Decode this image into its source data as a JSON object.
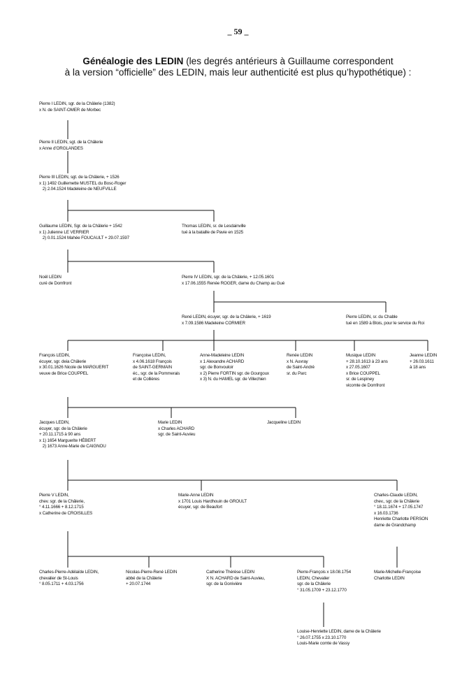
{
  "page_number": "_ 59 _",
  "heading": {
    "bold": "Généalogie des LEDIN",
    "rest1": " (les degrés antérieurs à Guillaume correspondent",
    "line2": "à la version “officielle” des LEDIN, mais leur authenticité est plus qu’hypothétique) :"
  },
  "persons": {
    "pierre1": [
      "Pierre I LEDIN, sgr. de la Châlerie (1382)",
      "x N. de SAINT-OMER de Morbec"
    ],
    "pierre2": [
      "Pierre II LEDIN, sgt. de la Châlerie",
      "x Anne d’ORGLANDES"
    ],
    "pierre3": [
      "Pierre III LEDIN, sgt. de la Châlerie, + 1526",
      "x 1) 1492 Guillemette MUSTEL du Bosc-Roger",
      "   2) 2.04.1524 Madeleine de NEUFVILLE"
    ],
    "guillaume": [
      "Guillaume LEDIN, Sgr. de la Châlerie + 1542",
      "x 1) Julienne LE VERRIER",
      "   2) 0.01.1524 Mahée FOUCAULT + 29.07.1597"
    ],
    "thomas": [
      "Thomas LEDIN, sr. de Lesdainville",
      "tué à la bataille de Pavie en 1525"
    ],
    "noel": [
      "Noël LEDIN",
      "curé de Domfront"
    ],
    "pierre4": [
      "Pierre IV LEDIN, sgr. de la Châlerie, + 12.05.1601",
      "x 17.06.1555 Renée ROGER, dame du Champ au Gué"
    ],
    "rene": [
      "René LEDIN, écuyer, sgr. de la Châlerie, + 1619",
      "x 7.09.1586 Madeleine CORMIER"
    ],
    "pierre_chable": [
      "Pierre LEDIN, sr. du Chable",
      "tué en 1589 à Blois, pour le service du Roi"
    ],
    "francois": [
      "François LEDIN,",
      "écuyer, sgr. deia Châlerie",
      "x 30.01.1626 Nicole de MARGUERIT",
      "veuve de Brice COUPPEL"
    ],
    "francoise": [
      "Françoise LEDIN,",
      "x 4.06.1618 François",
      "de SAINT-GERMAIN",
      "éc., sgr. de la Pommerais",
      "et de Collières"
    ],
    "anne_madeleine": [
      "Anne-Madeleine LEDIN",
      "x 1 Alexandre ACHARD",
      "sgr. de Bonvouloir",
      "x 2) Pierre FORTIN sgr. de Gourgoux",
      "x 3) N. du HAMEL sgr. de Villechien"
    ],
    "renee": [
      "Renée LEDIN",
      "x N. Auvray",
      "de Saint-André",
      "sr. du Parc"
    ],
    "musique": [
      "Musique LEDIN",
      "+ 28.10.1613 à 23 ans",
      "x 27.05.1607",
      "x Brice COUPPEL",
      "sr. de Lespiney",
      "vicomte de Domfront"
    ],
    "jeanne": [
      "Jeanne LEDIN",
      "+ 26.03.1611",
      "à 18 ans"
    ],
    "jacques": [
      "Jacques LEDIN,",
      "écuyer, sgr. de la Châlerie",
      "+ 20.11.1715 à 90 ans",
      "x 1) 1654 Marguerite HÉBERT",
      "   2) 1673 Anne-Marie de CAIGNOU"
    ],
    "marie": [
      "Marie LEDIN",
      "x Charles ACHARD",
      "sgr. de Saint-Auvieu"
    ],
    "jacqueline": [
      "Jacqueline LEDIN"
    ],
    "pierre5": [
      "Pierre V LEDIN,",
      "chev. sgr. de la Châlerie,",
      "° 4.11.1666 + 8.12.1715",
      "x Catherine de CROISILLES"
    ],
    "marie_anne": [
      "Marie-Anne LEDIN",
      "x 1701 Louis Hardhouin de GROULT",
      "écuyer, sgr. de Beaufort"
    ],
    "charles_claude": [
      "Charles-Claude LEDIN,",
      "chev., sgr. de la Châlerie",
      "° 18.11.1674 + 17.05.1747",
      "x 16.03.1736",
      "Henriette Charlotte PERSON",
      "dame de Grandchamp"
    ],
    "charles_pierre": [
      "Charles-Pierre-Adélaïde LEDIN,",
      "chevalier de St-Louis",
      "° 8.05.1711 + 4.03.1756"
    ],
    "nicolas": [
      "Nicolas-Pierre-René LEDIN",
      "abbé de la Châlerie",
      "+ 20.07.1744"
    ],
    "catherine": [
      "Catherine Thérèse LEDIN",
      "X N. ACHARD de Saint-Auvieu,",
      "sgr. de la Gonivière"
    ],
    "pierre_francois": [
      "Pierre-François x 18.08.1754",
      "LEDIN, Chevalier",
      "sgr. de la Châlerie",
      "° 31.05.1709 + 23.12.1770"
    ],
    "marie_michelle": [
      "Marie-Michelle-Françoise",
      "Charlotte LEDIN"
    ],
    "louise": [
      "Louise-Henriette LEDIN, dame de la Châlerie",
      "° 26.07.1755 x 23.10.1770",
      "Louis-Marie comte de Vassy"
    ]
  }
}
